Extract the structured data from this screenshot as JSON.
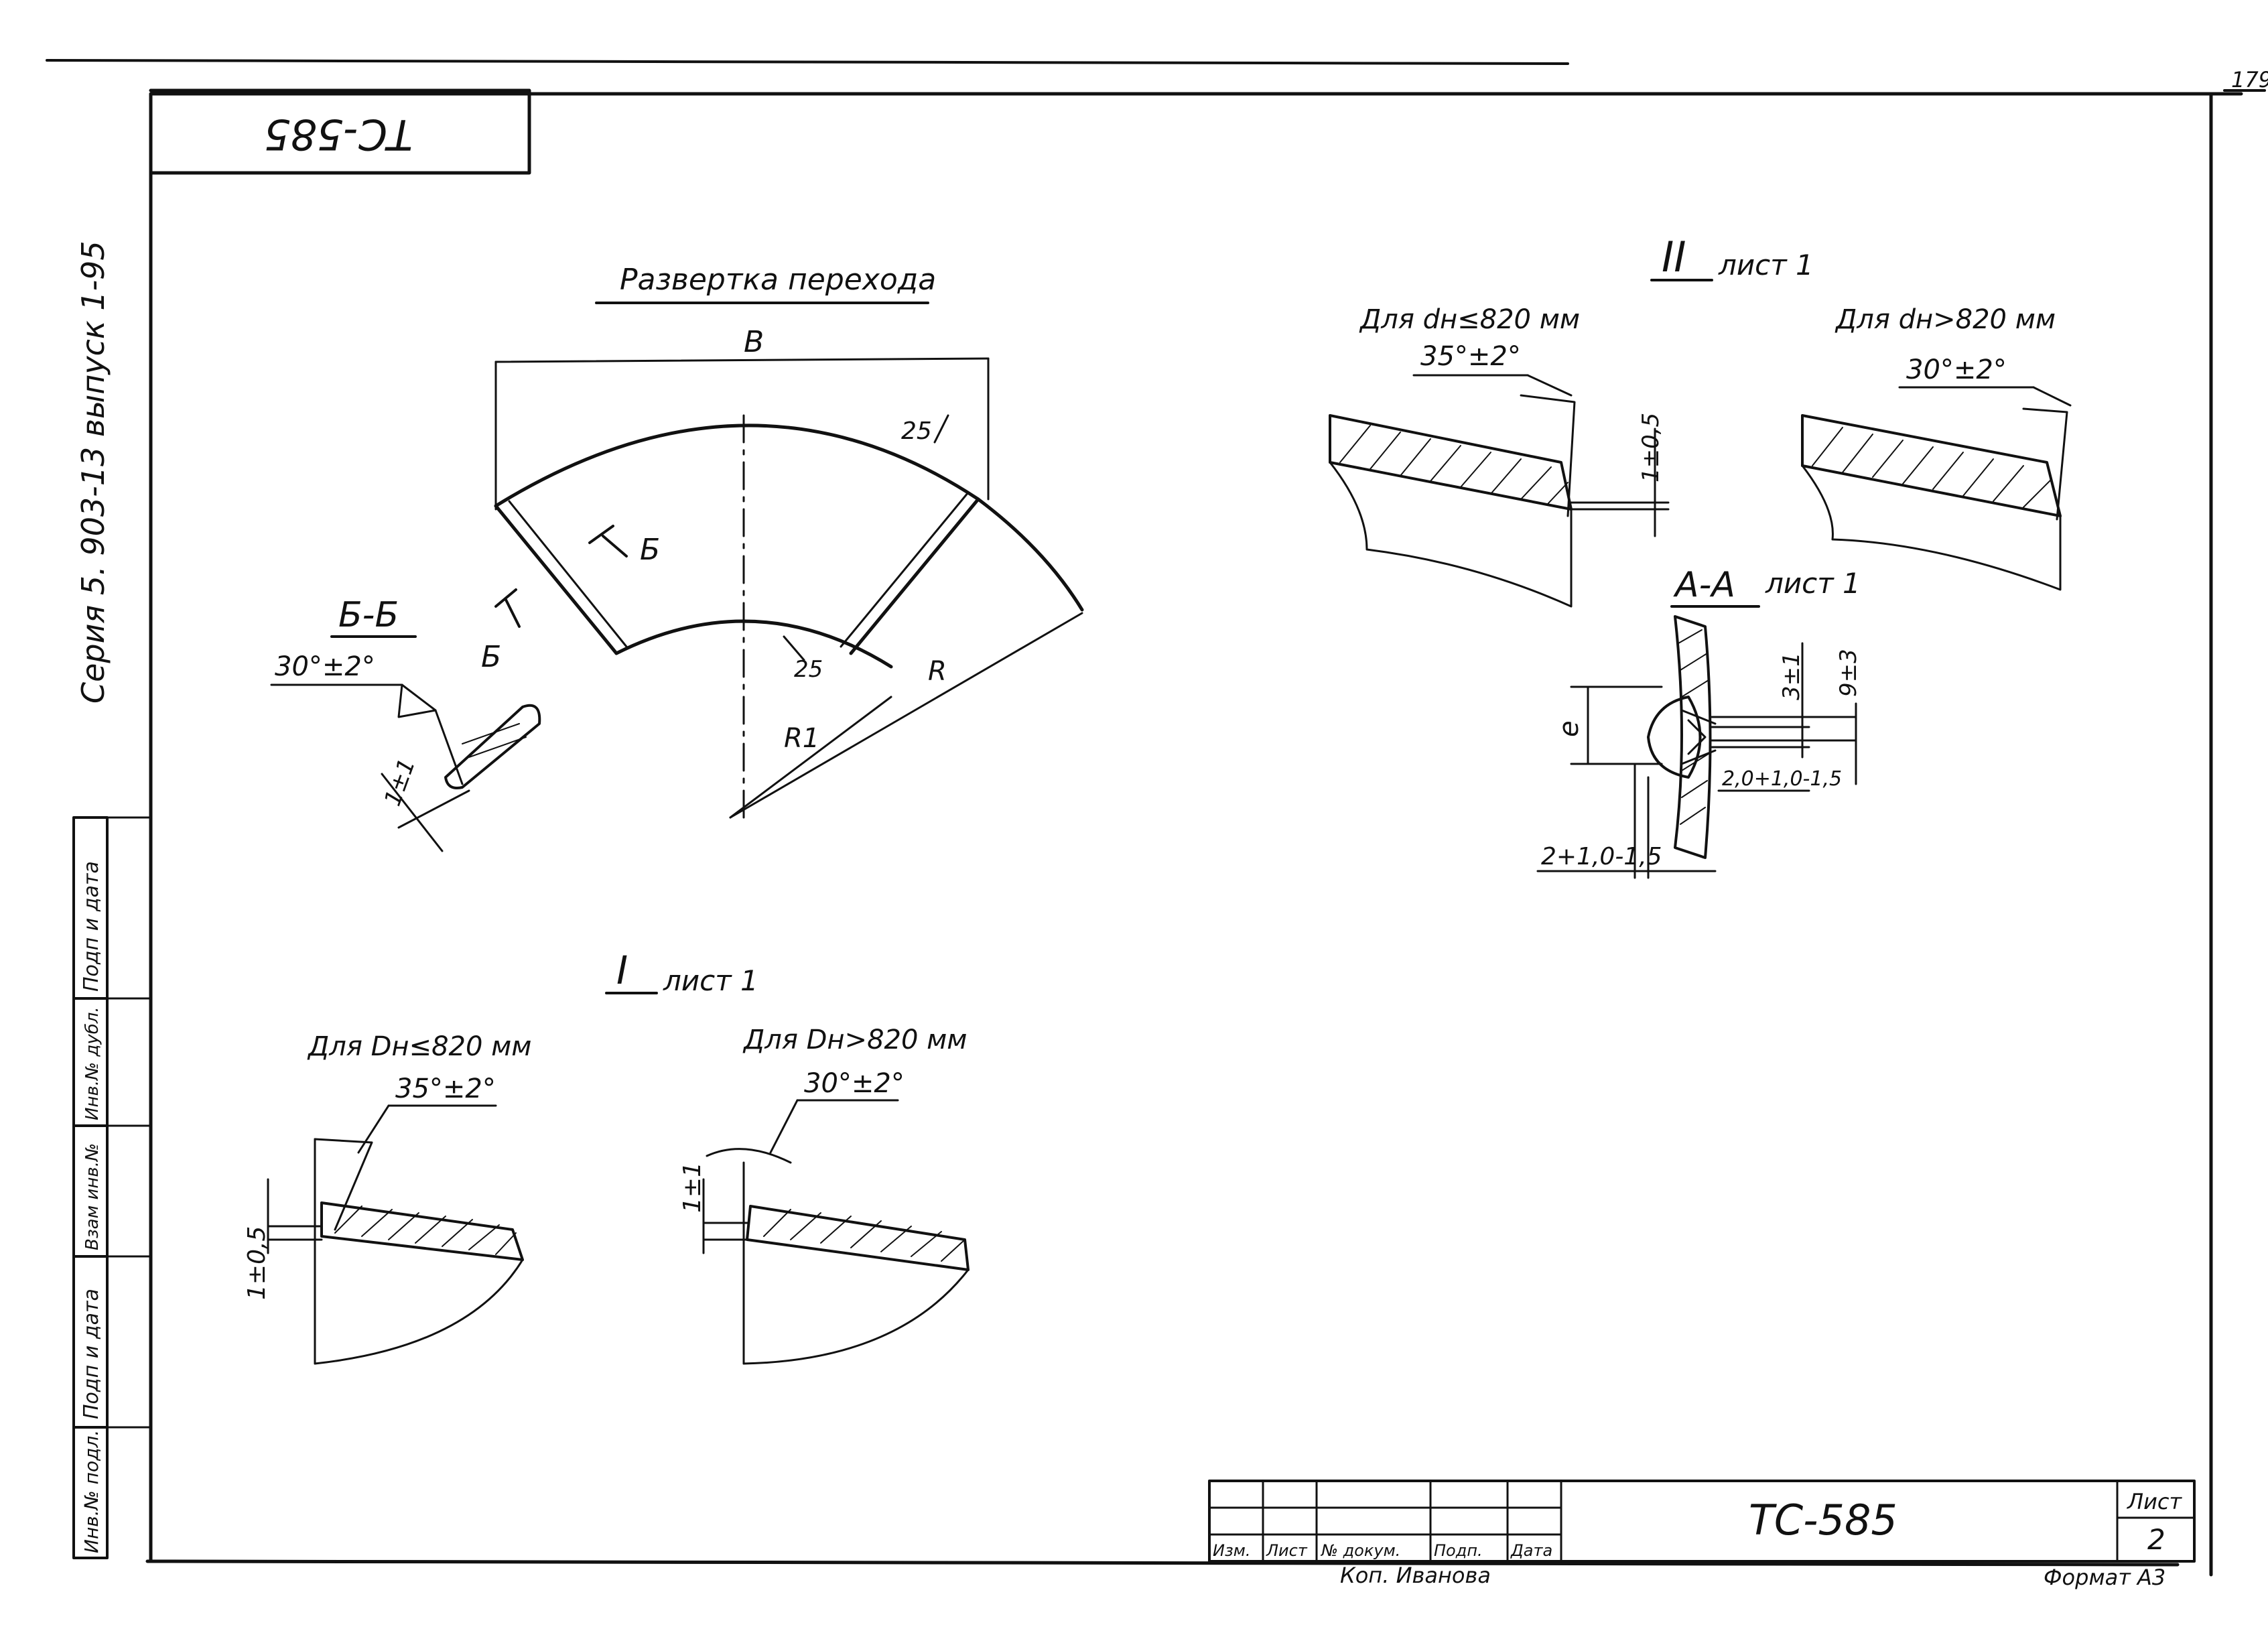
{
  "sheet": {
    "corner_code_rotated": "TC-585",
    "page_number_partial": "179",
    "format_label": "Формат А3"
  },
  "left_margin": {
    "series_text": "Серия 5. 903-13 выпуск 1-95",
    "stamp_fields": [
      "Подп и дата",
      "Инв.№ дубл.",
      "Взам инв.№",
      "Подп и дата",
      "Инв.№ подл."
    ]
  },
  "development_view": {
    "title": "Развертка перехода",
    "label_B": "B",
    "label_25_outer": "25",
    "label_25_inner": "25",
    "label_R": "R",
    "label_R1": "R1",
    "cut_label_1": "Б",
    "cut_label_2": "Б"
  },
  "section_BB": {
    "title": "Б-Б",
    "angle": "30°±2°",
    "gap": "1±1"
  },
  "detail_I": {
    "title": "I",
    "sheet_ref": "лист 1",
    "left_caption": "Для Dн≤820 мм",
    "left_angle": "35°±2°",
    "left_dim": "1±0,5",
    "right_caption": "Для Dн>820 мм",
    "right_angle": "30°±2°",
    "right_dim": "1±1"
  },
  "detail_II": {
    "title": "II",
    "sheet_ref": "лист 1",
    "left_caption": "Для dн≤820 мм",
    "left_angle": "35°±2°",
    "left_dim": "1±0,5",
    "right_caption": "Для dн>820 мм",
    "right_angle": "30°±2°"
  },
  "section_AA": {
    "title": "А-А",
    "sheet_ref": "лист 1",
    "dim_e": "e",
    "dim_3": "3±1",
    "dim_9": "9±3",
    "dim_2_0": "2,0+1,0-1,5",
    "dim_2": "2+1,0-1,5"
  },
  "title_block": {
    "headers": [
      "Изм.",
      "Лист",
      "№ докум.",
      "Подп.",
      "Дата"
    ],
    "designation": "ТС-585",
    "sheet_label": "Лист",
    "sheet_number": "2",
    "copied_by": "Коп. Иванова"
  }
}
